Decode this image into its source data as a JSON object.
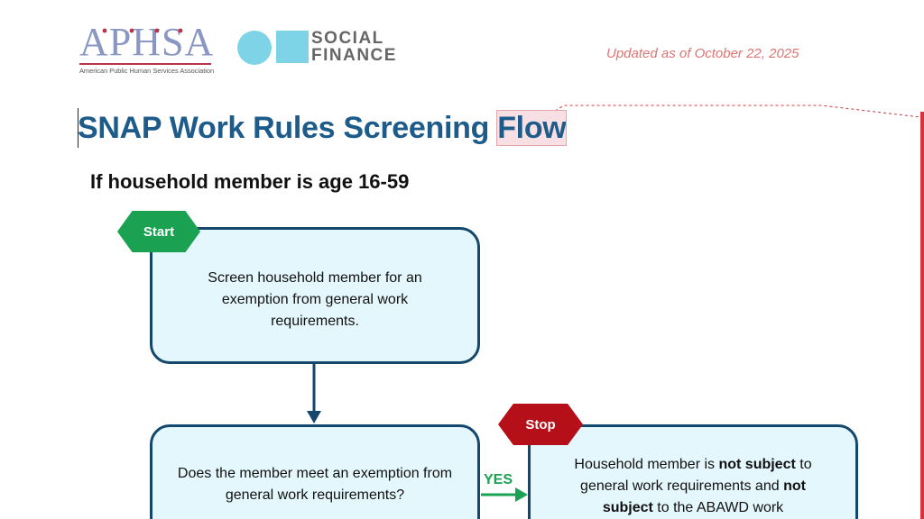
{
  "header": {
    "aphsa_letters": "APHSA",
    "aphsa_subtitle": "American Public Human Services Association",
    "sf_line1": "SOCIAL",
    "sf_line2": "FINANCE",
    "updated": "Updated as of October 22, 2025"
  },
  "title": {
    "main": "SNAP Work Rules Screening",
    "highlighted": "Flow"
  },
  "subtitle": "If household member is age 16-59",
  "flow": {
    "start_label": "Start",
    "stop_label": "Stop",
    "box1_text": "Screen household member for an exemption from general work requirements.",
    "box2_text": "Does the member meet an exemption from general work requirements?",
    "yes_label": "YES",
    "box3": {
      "t1": "Household member is ",
      "b1": "not subject",
      "t2": " to general work requirements and ",
      "b2": "not subject",
      "t3": " to the ABAWD work"
    }
  },
  "colors": {
    "title": "#1d5b8a",
    "box_border": "#14476c",
    "box_fill": "#e4f7fc",
    "start": "#1aa152",
    "stop": "#b50f1a",
    "updated": "#e07373"
  }
}
